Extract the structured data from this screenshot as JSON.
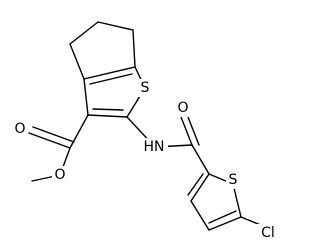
{
  "atoms": {
    "sulfur_fused": "S",
    "nitrogen_amide": "HN",
    "oxygen_ester_carbonyl": "O",
    "oxygen_ester_ether": "O",
    "oxygen_amide_carbonyl": "O",
    "sulfur_chlorothiophene": "S",
    "chlorine": "Cl"
  },
  "colors": {
    "bond": "#000000",
    "label": "#000000",
    "background": "#ffffff"
  }
}
